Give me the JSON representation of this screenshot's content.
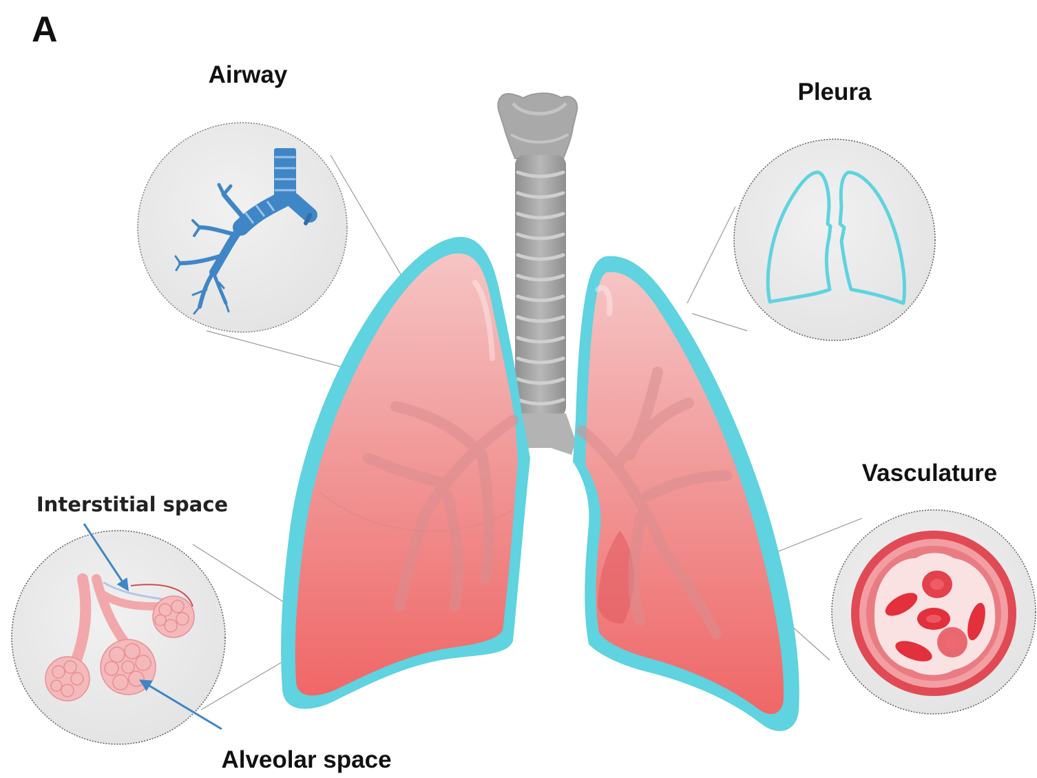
{
  "panel_letter": "A",
  "labels": {
    "airway": "Airway",
    "pleura": "Pleura",
    "vasculature": "Vasculature",
    "interstitial": "Interstitial space",
    "alveolar": "Alveolar space"
  },
  "colors": {
    "pleura": "#5fd3df",
    "lung_top": "#f3b2b2",
    "lung_bottom": "#f06a6a",
    "trachea": "#a6a6a6",
    "airway_icon": "#3f86c6",
    "alveoli": "#f2a8ab",
    "vessel": "#e04a55",
    "inset_bg": "#e9e9e9"
  }
}
